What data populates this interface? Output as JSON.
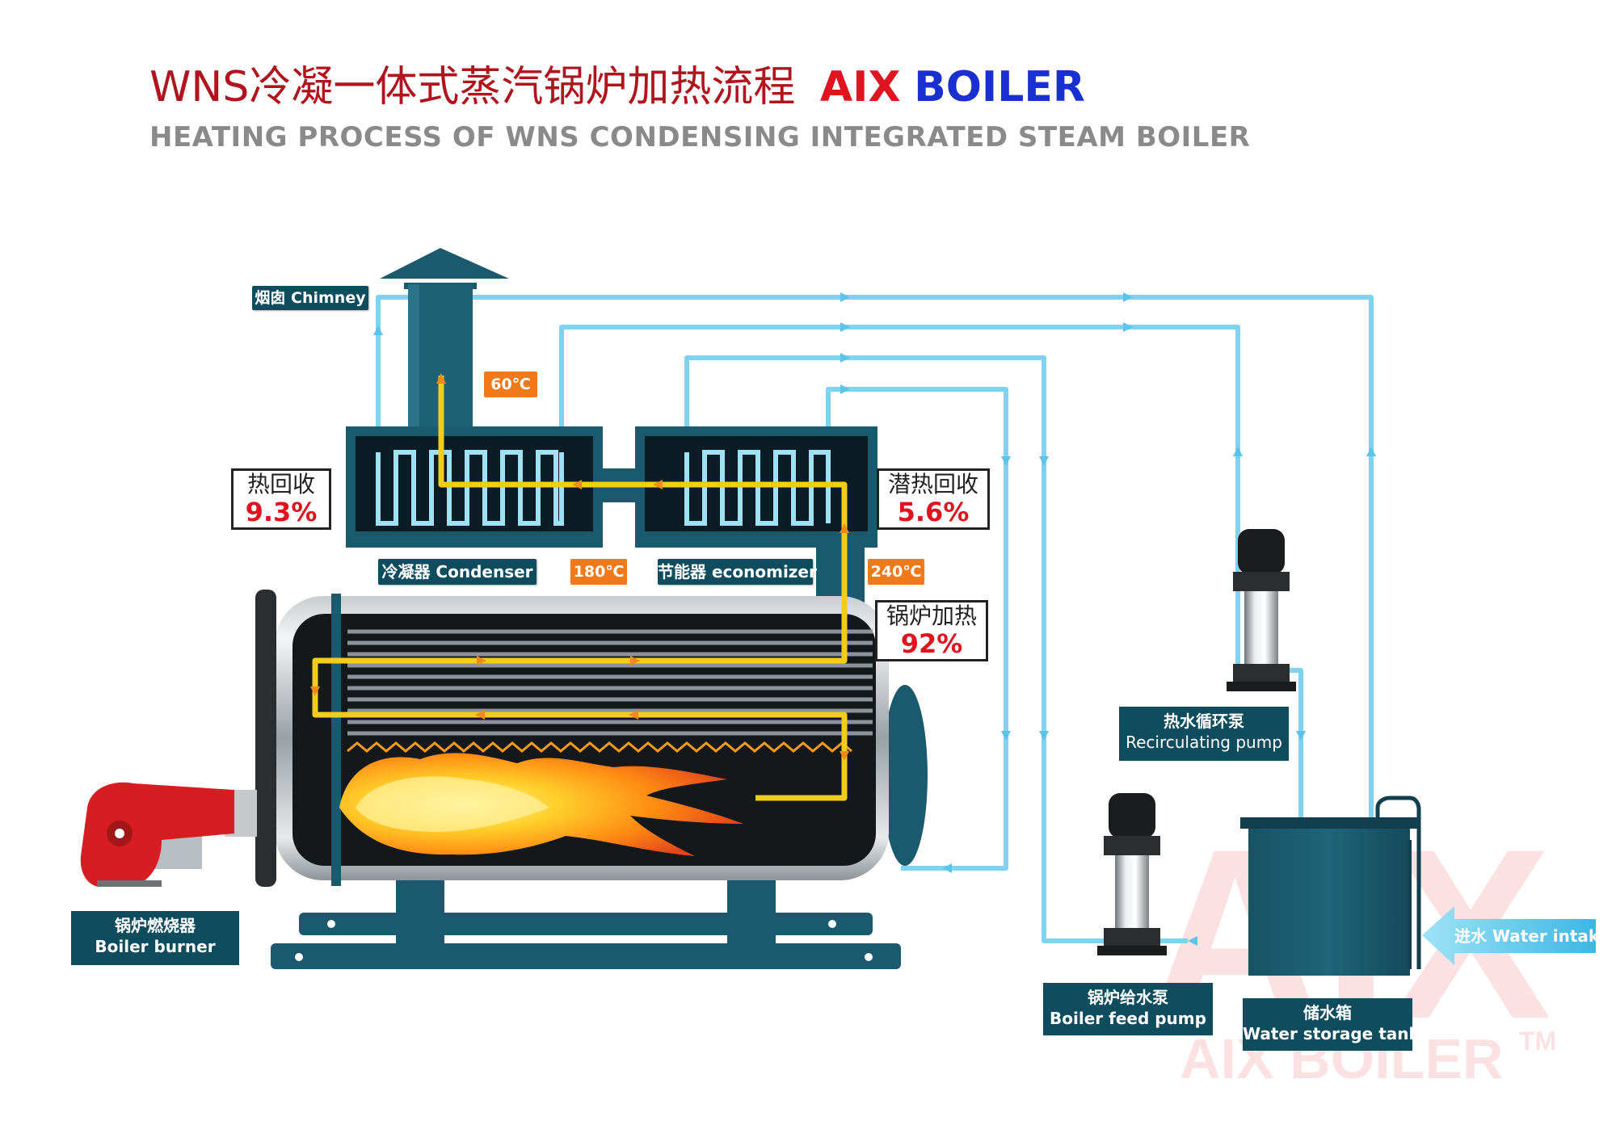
{
  "header": {
    "title_cn": "WNS冷凝一体式蒸汽锅炉加热流程",
    "brand_red": "AIX",
    "brand_blue": "BOILER",
    "subtitle": "HEATING PROCESS OF WNS CONDENSING INTEGRATED STEAM BOILER"
  },
  "labels": {
    "chimney": "烟囱 Chimney",
    "condenser": "冷凝器 Condenser",
    "economizer": "节能器 economizer",
    "burner_cn": "锅炉燃烧器",
    "burner_en": "Boiler burner",
    "recirc_cn": "热水循环泵",
    "recirc_en": "Recirculating pump",
    "feed_cn": "锅炉给水泵",
    "feed_en": "Boiler feed pump",
    "tank_cn": "储水箱",
    "tank_en": "Water storage tank",
    "water_intake": "进水 Water intake"
  },
  "temperatures": {
    "chimney_out": "60℃",
    "condenser_in": "180℃",
    "economizer_in": "240℃"
  },
  "efficiency": {
    "heat_recovery": {
      "label": "热回收",
      "value": "9.3%"
    },
    "latent_recovery": {
      "label": "潜热回收",
      "value": "5.6%"
    },
    "boiler_heating": {
      "label": "锅炉加热",
      "value": "92%"
    }
  },
  "watermark": {
    "logo": "AIX",
    "text": "AIX BOILER",
    "tm": "TM"
  },
  "colors": {
    "title_red": "#b0141c",
    "brand_red": "#e0141e",
    "brand_blue": "#1a2fd0",
    "boiler_teal": "#1b5a6e",
    "pipe_blue": "#7fd3ef",
    "flue_yellow": "#f2cc1c",
    "tag_bg": "#0f4c5e",
    "temp_orange": "#f07a1a",
    "burner_red": "#d61e22"
  }
}
